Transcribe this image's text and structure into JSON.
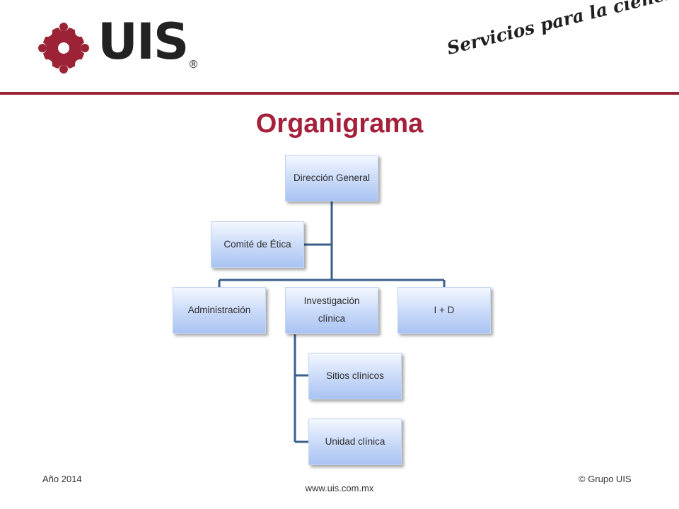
{
  "header": {
    "logo_text": "UIS",
    "logo_registered": "®",
    "tagline": "Servicios para la ciencia®"
  },
  "page_title": "Organigrama",
  "org_chart": {
    "nodes": {
      "direccion": "Dirección General",
      "comite": "Comité de Ética",
      "administracion": "Administración",
      "investigacion": "Investigación clínica",
      "id": "I + D",
      "sitios": "Sitios clínicos",
      "unidad": "Unidad clínica"
    }
  },
  "footer": {
    "year": "Año 2014",
    "copyright": "© Grupo UIS",
    "url": "www.uis.com.mx"
  },
  "colors": {
    "brand": "#9b2335",
    "title": "#a5203a",
    "connector": "#3b5f8c",
    "node_fill_top": "#f4f8fe",
    "node_fill_bottom": "#a9c3f2"
  }
}
